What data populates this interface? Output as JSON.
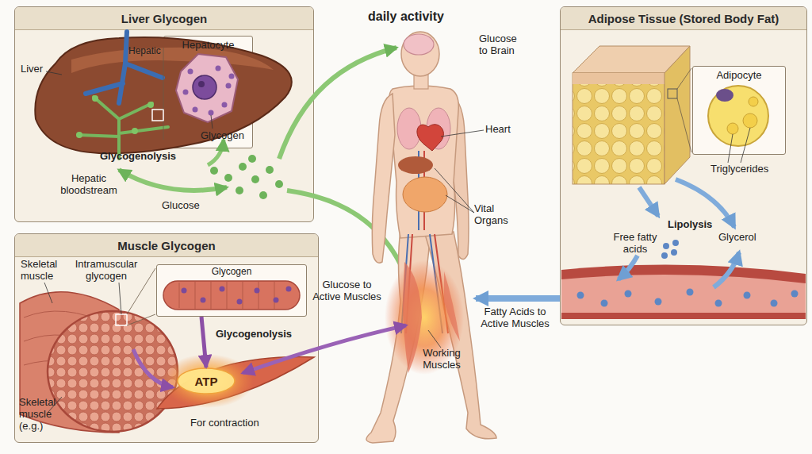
{
  "diagram": {
    "title": "daily activity",
    "nodes": [
      {
        "text": [
          "Liver Glycogen"
        ]
      },
      {
        "text": [
          "Hepatocyte",
          "Glycogen"
        ],
        "in": 0
      },
      {
        "text": [
          "Adipose Tissue (Stored Body Fat)"
        ]
      },
      {
        "text": [
          "Adipocyte"
        ],
        "in": 2
      },
      {
        "text": [
          "Muscle Glycogen"
        ]
      },
      {
        "text": [
          "Glycogen"
        ],
        "in": 4
      },
      {
        "text": [
          "ATP"
        ],
        "in": 4
      }
    ],
    "edges": [
      {
        "from": 5,
        "to": 6,
        "arrow": "to"
      }
    ],
    "labels": [
      "Liver",
      "Hepatic",
      "Glycogenolysis",
      "Hepatic bloodstream",
      "Glucose",
      "Glucose to Brain",
      "Heart",
      "Vital Organs",
      "Glucose to Active Muscles",
      "Working Muscles",
      "Fatty Acids to Active Muscles",
      "Triglycerides",
      "Lipolysis",
      "Free fatty acids",
      "Glycerol",
      "Skeletal muscle",
      "Intramuscular glycogen",
      "Glycogenolysis",
      "Skeletal muscle (e.g.)",
      "For contraction"
    ]
  }
}
